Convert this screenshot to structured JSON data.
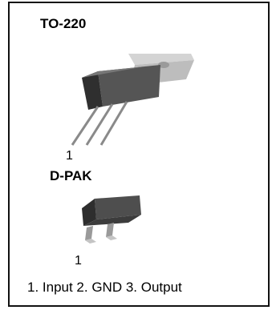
{
  "packages": [
    {
      "name": "TO-220",
      "pin1_label": "1"
    },
    {
      "name": "D-PAK",
      "pin1_label": "1"
    }
  ],
  "pinout": "1. Input 2. GND 3. Output",
  "colors": {
    "body_dark": "#3a3a3a",
    "body_mid": "#6a6a6a",
    "tab_light": "#cfcfcf",
    "lead": "#8a8a8a",
    "frame": "#111111"
  }
}
